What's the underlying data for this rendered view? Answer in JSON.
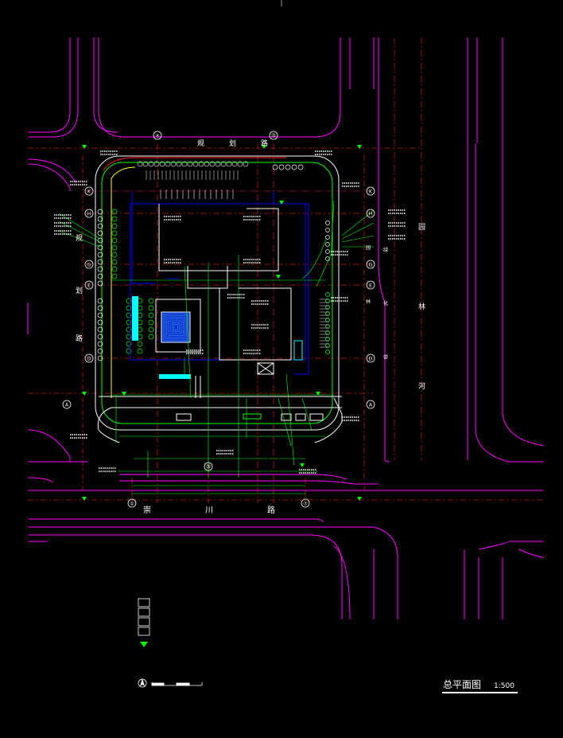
{
  "drawing": {
    "title": "总平面图",
    "scale": "1:500"
  },
  "roads": {
    "north": [
      "规",
      "划",
      "路"
    ],
    "south": [
      "崇",
      "川",
      "路"
    ],
    "west": [
      "规",
      "划",
      "路"
    ]
  },
  "river": {
    "chars": [
      "园",
      "林",
      "河"
    ]
  },
  "greenbelt": {
    "chars": [
      "园",
      "绿",
      "林",
      "化",
      "带"
    ]
  },
  "axes": {
    "top": [
      "④",
      "⑯"
    ],
    "bottom": [
      "①",
      "⑳",
      "⑦"
    ],
    "left": [
      "K",
      "H",
      "G",
      "E",
      "D",
      "A"
    ],
    "right": [
      "K",
      "H",
      "G",
      "E",
      "D",
      "A"
    ]
  },
  "legend": {
    "boxes": 4
  },
  "colors": {
    "road": "#ff00ff",
    "axis": "#ff0000",
    "green": "#00ff00",
    "building": "#0000ff",
    "white": "#ffffff",
    "cyan": "#00ffff",
    "yellow": "#ffff00"
  }
}
